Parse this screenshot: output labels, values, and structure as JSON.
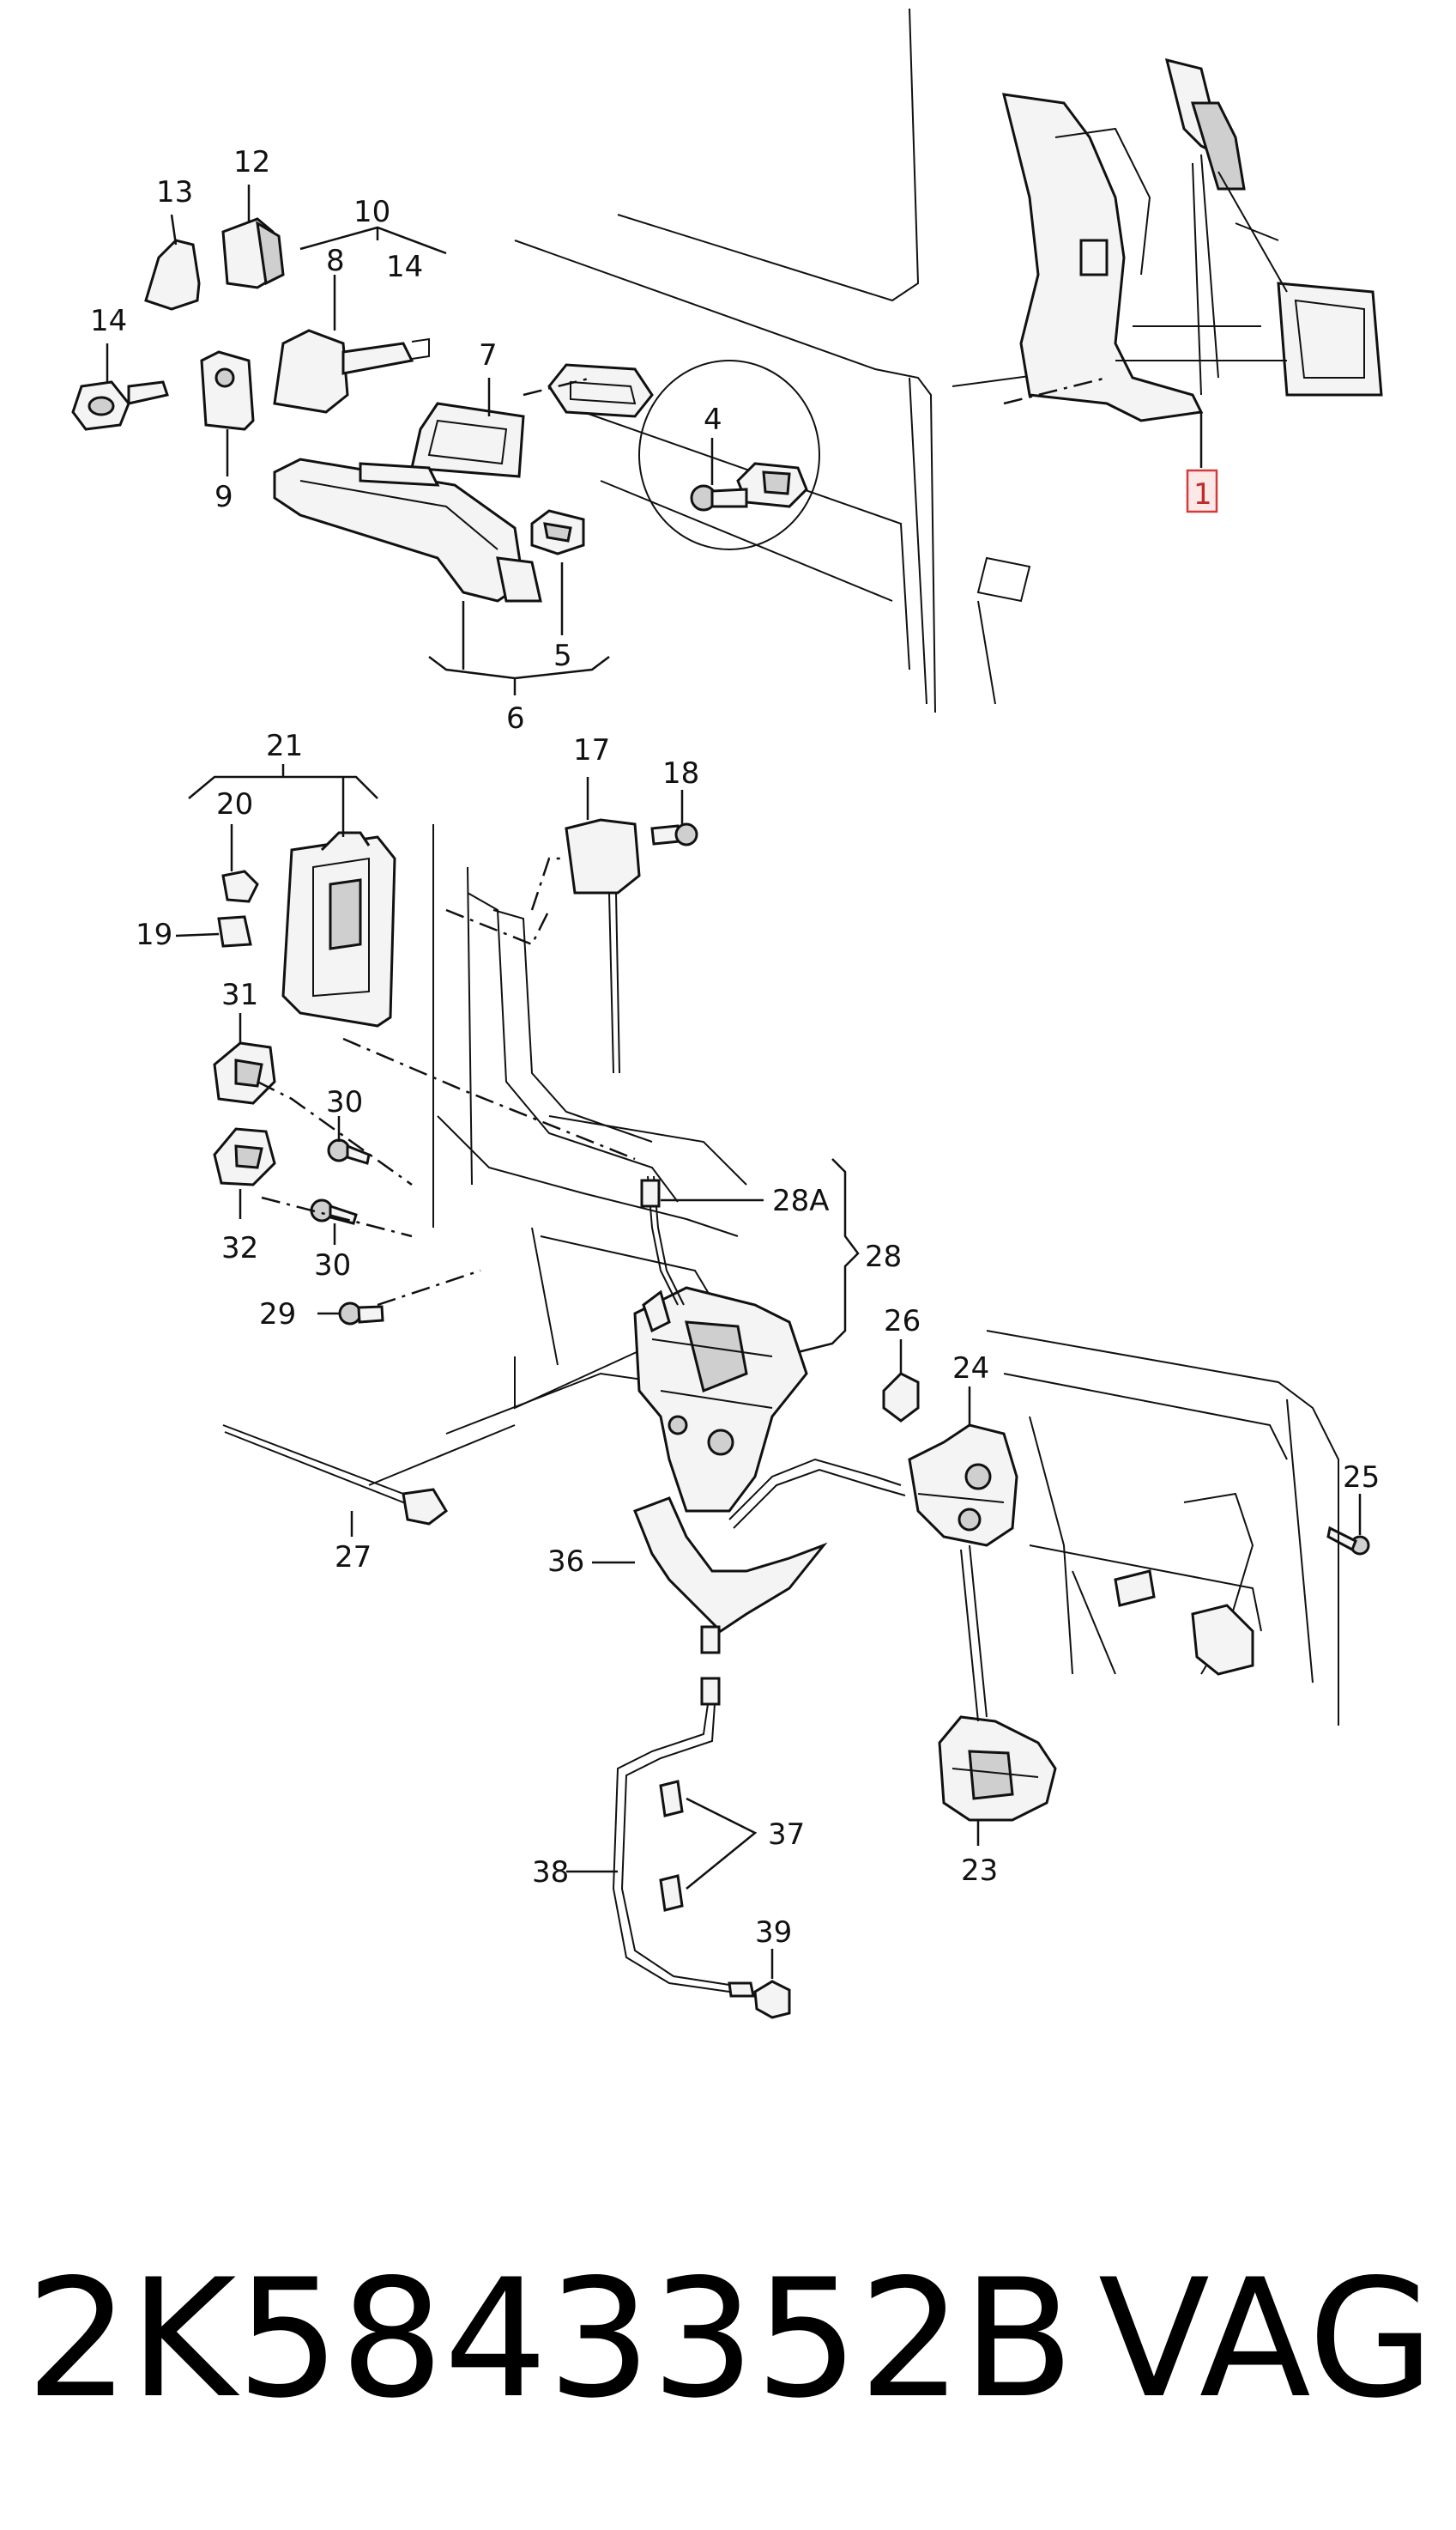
{
  "callouts": [
    {
      "id": "13",
      "text": "13"
    },
    {
      "id": "12",
      "text": "12"
    },
    {
      "id": "10",
      "text": "10"
    },
    {
      "id": "8",
      "text": "8"
    },
    {
      "id": "14a",
      "text": "14"
    },
    {
      "id": "14b",
      "text": "14"
    },
    {
      "id": "9",
      "text": "9"
    },
    {
      "id": "7",
      "text": "7"
    },
    {
      "id": "4",
      "text": "4"
    },
    {
      "id": "1",
      "text": "1"
    },
    {
      "id": "5",
      "text": "5"
    },
    {
      "id": "6",
      "text": "6"
    },
    {
      "id": "21",
      "text": "21"
    },
    {
      "id": "20",
      "text": "20"
    },
    {
      "id": "19",
      "text": "19"
    },
    {
      "id": "17",
      "text": "17"
    },
    {
      "id": "18",
      "text": "18"
    },
    {
      "id": "31",
      "text": "31"
    },
    {
      "id": "30a",
      "text": "30"
    },
    {
      "id": "32",
      "text": "32"
    },
    {
      "id": "30b",
      "text": "30"
    },
    {
      "id": "29",
      "text": "29"
    },
    {
      "id": "28A",
      "text": "28A"
    },
    {
      "id": "28",
      "text": "28"
    },
    {
      "id": "26",
      "text": "26"
    },
    {
      "id": "24",
      "text": "24"
    },
    {
      "id": "25",
      "text": "25"
    },
    {
      "id": "27",
      "text": "27"
    },
    {
      "id": "36",
      "text": "36"
    },
    {
      "id": "38",
      "text": "38"
    },
    {
      "id": "37",
      "text": "37"
    },
    {
      "id": "39",
      "text": "39"
    },
    {
      "id": "23",
      "text": "23"
    }
  ],
  "highlighted_callout": "1",
  "footer": {
    "part_number": "2K5843352B",
    "brand": "VAG"
  }
}
